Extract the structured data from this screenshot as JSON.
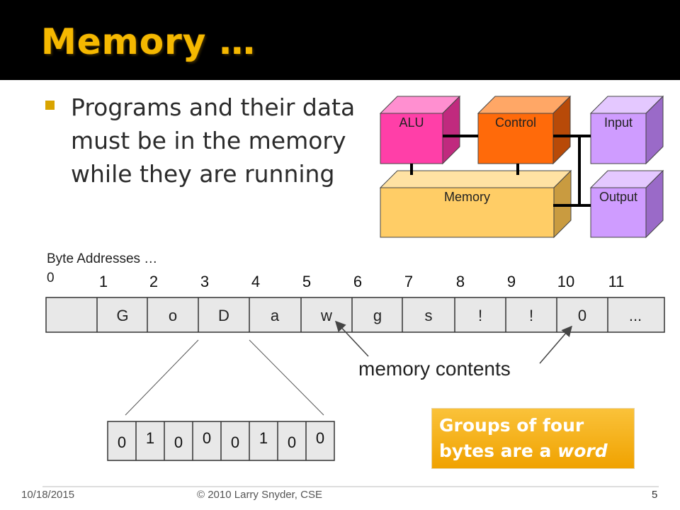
{
  "title": "Memory …",
  "bullet": {
    "lines": [
      "Programs and their data",
      "must be in the memory",
      "while they are running"
    ]
  },
  "diagram": {
    "alu": "ALU",
    "control": "Control",
    "input": "Input",
    "memory": "Memory",
    "output": "Output",
    "colors": {
      "alu": "#ff3fa8",
      "control": "#ff6a0a",
      "io": "#cf9cff",
      "memory": "#ffcd66"
    }
  },
  "byte_addresses": {
    "label": "Byte Addresses …",
    "zero": "0",
    "numbers": [
      "1",
      "2",
      "3",
      "4",
      "5",
      "6",
      "7",
      "8",
      "9",
      "10",
      "11"
    ]
  },
  "memory_cells": [
    "G",
    "o",
    "D",
    "a",
    "w",
    "g",
    "s",
    "!",
    "!",
    "0",
    "..."
  ],
  "bits": [
    "0",
    "1",
    "0",
    "0",
    "0",
    "1",
    "0",
    "0"
  ],
  "memory_contents_label": "memory contents",
  "note": {
    "line1": "Groups of four",
    "line2_prefix": "bytes are a ",
    "line2_em": "word"
  },
  "footer": {
    "date": "10/18/2015",
    "copyright": "© 2010 Larry Snyder, CSE",
    "page": "5"
  }
}
